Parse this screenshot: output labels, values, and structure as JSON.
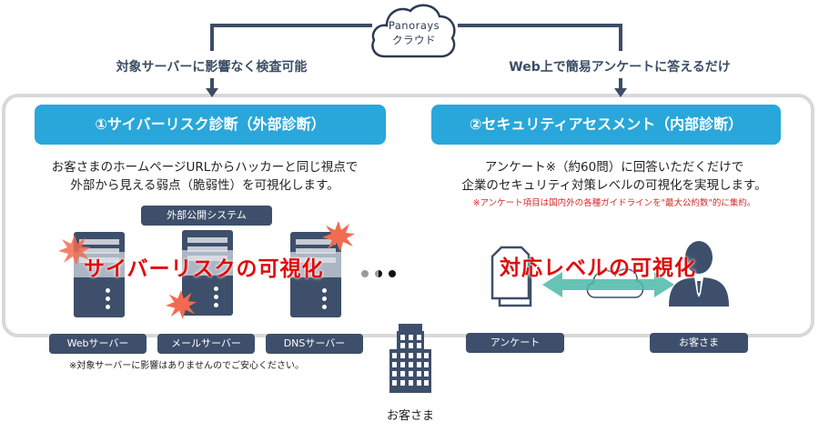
{
  "cloud": {
    "line1": "Panorays",
    "line2": "クラウド",
    "icon": "cloud-icon"
  },
  "flows": {
    "left_label": "対象サーバーに影響なく検査可能",
    "right_label": "Web上で簡易アンケートに答えるだけ"
  },
  "left_section": {
    "header": "①サイバーリスク診断（外部診断）",
    "description_line1": "お客さまのホームページURLからハッカーと同じ視点で",
    "description_line2": "外部から見える弱点（脆弱性）を可視化します。",
    "system_label": "外部公開システム",
    "overlay_text": "サイバーリスクの可視化",
    "servers": [
      {
        "label": "Webサーバー",
        "icon": "server-icon"
      },
      {
        "label": "メールサーバー",
        "icon": "server-icon"
      },
      {
        "label": "DNSサーバー",
        "icon": "server-icon"
      }
    ],
    "note": "※対象サーバーに影響はありませんのでご安心ください。"
  },
  "right_section": {
    "header": "②セキュリティアセスメント（内部診断）",
    "description_line1": "アンケート※（約60問）に回答いただくだけで",
    "description_line2": "企業のセキュリティ対策レベルの可視化を実現します。",
    "note_red": "※アンケート項目は国内外の各種ガイドラインを\"最大公約数\"的に集約。",
    "overlay_text": "対応レベルの可視化",
    "items": [
      {
        "label": "アンケート",
        "icon": "document-icon"
      },
      {
        "label": "お客さま",
        "icon": "person-icon"
      }
    ]
  },
  "customer": {
    "label": "お客さま",
    "icon": "building-icon"
  },
  "colors": {
    "header_blue": "#29a7da",
    "navy": "#3d4f6b",
    "alert_red": "#e00b0b",
    "burst_orange": "#f26b4f",
    "arrow_teal": "#4bb8a8"
  }
}
